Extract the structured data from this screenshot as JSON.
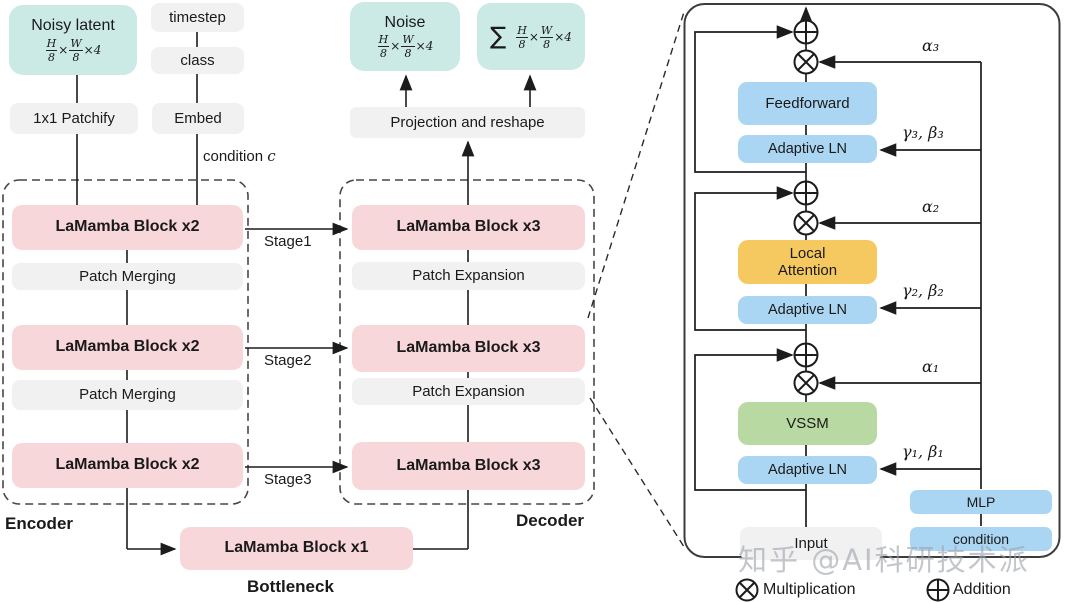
{
  "colors": {
    "teal": "#cbeae5",
    "gray": "#f1f1f2",
    "pink": "#f8d7da",
    "blue": "#abd6f3",
    "orange": "#f5c860",
    "green": "#b9d9a2",
    "line": "#1c1c1c"
  },
  "io": {
    "noisy_latent_title": "Noisy latent",
    "noisy_latent_shape": "H/8×W/8×4",
    "timestep": "timestep",
    "class": "class",
    "patchify": "1x1 Patchify",
    "embed": "Embed",
    "condition_label": "condition",
    "condition_var": "c",
    "noise_title": "Noise",
    "noise_shape": "H/8×W/8×4",
    "sum_symbol": "∑",
    "sum_shape": "H/8×W/8×4",
    "projection": "Projection and reshape"
  },
  "encoder": {
    "label": "Encoder",
    "block": "LaMamba Block x2",
    "merging": "Patch Merging"
  },
  "decoder": {
    "label": "Decoder",
    "block": "LaMamba Block x3",
    "expansion": "Patch Expansion"
  },
  "stages": [
    "Stage1",
    "Stage2",
    "Stage3"
  ],
  "bottleneck": {
    "label": "Bottleneck",
    "block": "LaMamba Block x1"
  },
  "block_detail": {
    "feedforward": "Feedforward",
    "local_attention": "Local Attention",
    "vssm": "VSSM",
    "adaptive_ln": "Adaptive LN",
    "input": "Input",
    "mlp": "MLP",
    "condition": "condition",
    "alpha_1": "α₁",
    "alpha_2": "α₂",
    "alpha_3": "α₃",
    "gamma_beta_1": "γ₁, β₁",
    "gamma_beta_2": "γ₂, β₂",
    "gamma_beta_3": "γ₃, β₃"
  },
  "legend": {
    "multiplication": "Multiplication",
    "addition": "Addition"
  },
  "watermark": "知乎 @AI科研技术派"
}
